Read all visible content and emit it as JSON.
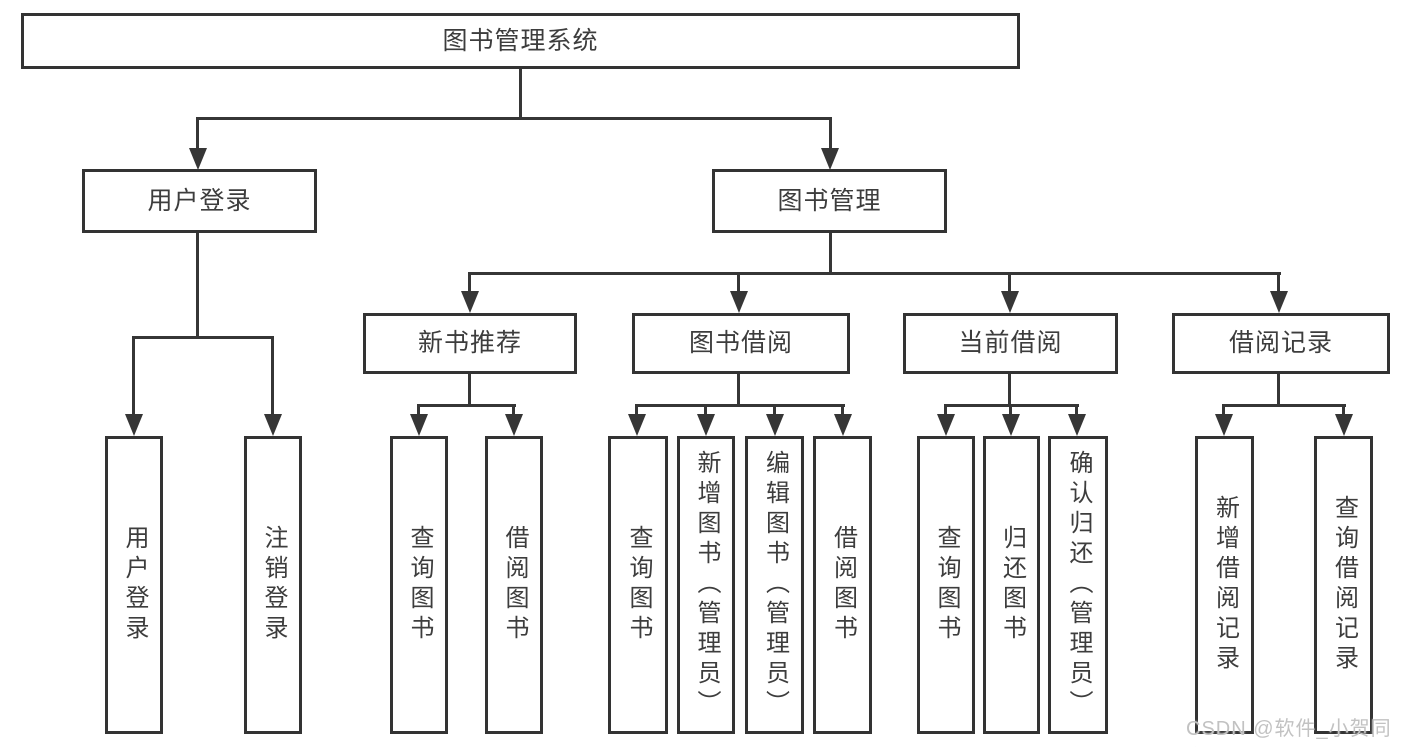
{
  "diagram": {
    "title": "图书管理系统",
    "level2": [
      {
        "label": "用户登录"
      },
      {
        "label": "图书管理"
      }
    ],
    "level3": [
      {
        "label": "新书推荐"
      },
      {
        "label": "图书借阅"
      },
      {
        "label": "当前借阅"
      },
      {
        "label": "借阅记录"
      }
    ],
    "leaves": [
      {
        "label": "用户登录"
      },
      {
        "label": "注销登录"
      },
      {
        "label": "查询图书"
      },
      {
        "label": "借阅图书"
      },
      {
        "label": "查询图书"
      },
      {
        "label": "新增图书（管理员）"
      },
      {
        "label": "编辑图书（管理员）"
      },
      {
        "label": "借阅图书"
      },
      {
        "label": "查询图书"
      },
      {
        "label": "归还图书"
      },
      {
        "label": "确认归还（管理员）"
      },
      {
        "label": "新增借阅记录"
      },
      {
        "label": "查询借阅记录"
      }
    ],
    "watermark": "CSDN @软件_小贺同学",
    "colors": {
      "line": "#363636",
      "box_border": "#333333",
      "text": "#3d3d3d",
      "background": "#ffffff",
      "watermark": "#c2c2c2"
    }
  }
}
